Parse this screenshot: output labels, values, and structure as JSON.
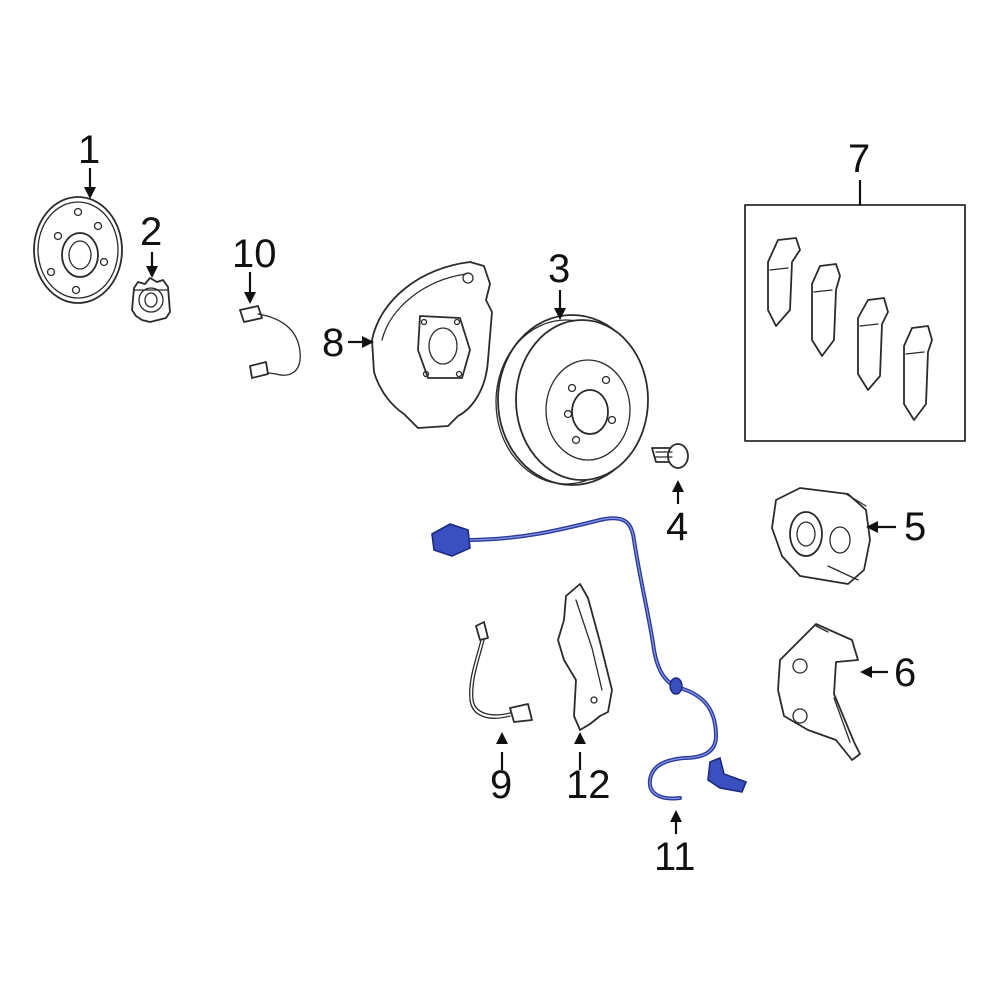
{
  "callouts": {
    "c1": "1",
    "c2": "2",
    "c3": "3",
    "c4": "4",
    "c5": "5",
    "c6": "6",
    "c7": "7",
    "c8": "8",
    "c9": "9",
    "c10": "10",
    "c11": "11",
    "c12": "12"
  },
  "colors": {
    "highlight": "#2a3a9e",
    "highlight_fill": "#3a4fc0",
    "line": "#2b2b2b"
  }
}
